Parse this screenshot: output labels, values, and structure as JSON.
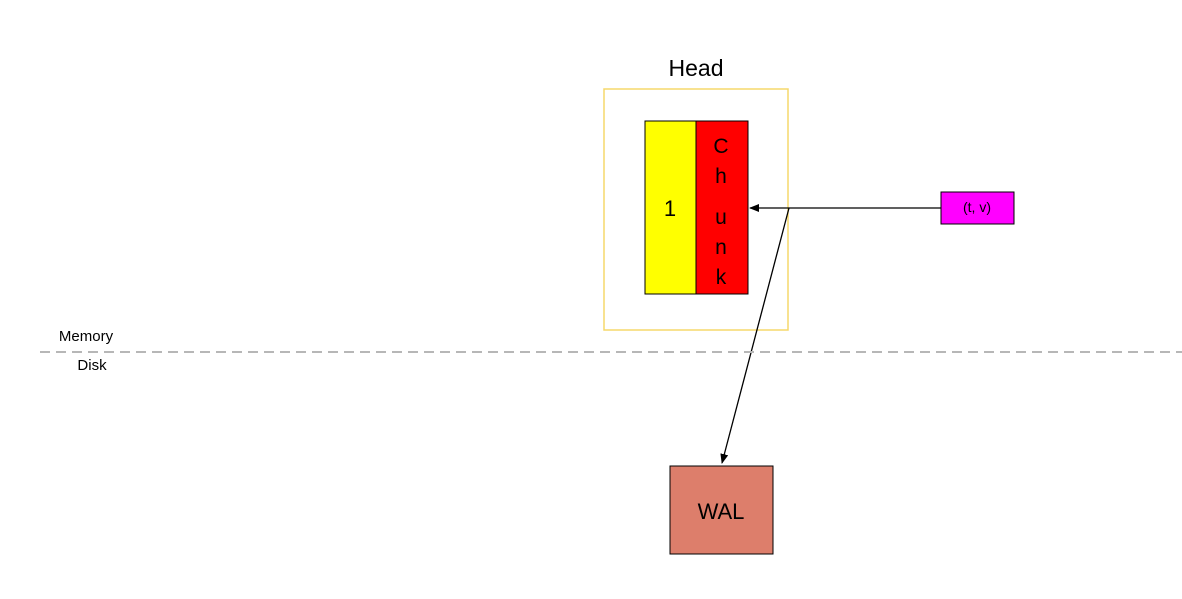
{
  "head": {
    "title": "Head",
    "chunk_number": "1",
    "chunk_label": "Chunk",
    "chunk_letters": [
      "C",
      "h",
      "u",
      "n",
      "k"
    ]
  },
  "sample": {
    "label": "(t, v)"
  },
  "boundary": {
    "upper_label": "Memory",
    "lower_label": "Disk"
  },
  "wal": {
    "label": "WAL"
  },
  "colors": {
    "head_border": "#f6d86b",
    "chunk_number_fill": "#ffff00",
    "chunk_fill": "#ff0000",
    "sample_fill": "#ff00ff",
    "wal_fill": "#dd7e6b",
    "divider": "#b7b7b7",
    "line": "#000000"
  }
}
